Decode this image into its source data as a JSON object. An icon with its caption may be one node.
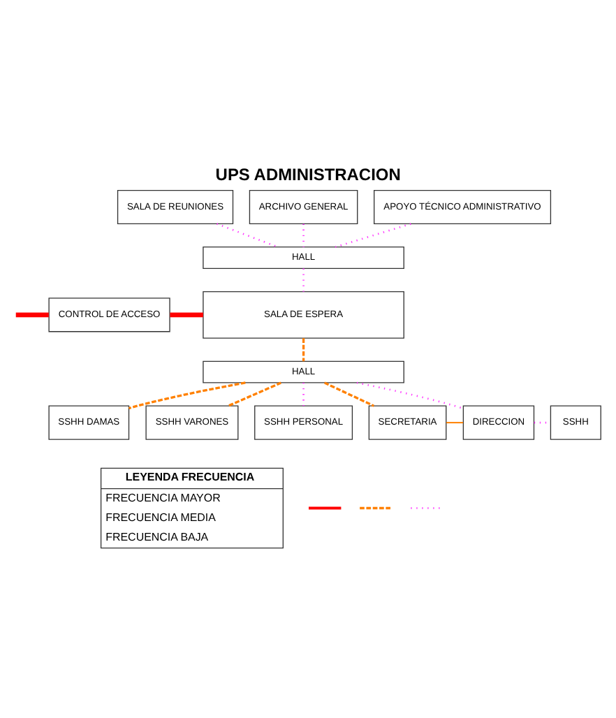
{
  "diagram": {
    "title": "UPS ADMINISTRACION",
    "nodes": [
      {
        "text": [
          "SALA DE REUNIONES"
        ]
      },
      {
        "text": [
          "ARCHIVO GENERAL"
        ]
      },
      {
        "text": [
          "APOYO TÉCNICO ADMINISTRATIVO"
        ]
      },
      {
        "text": [
          "HALL"
        ]
      },
      {
        "text": [
          "CONTROL DE ACCESO"
        ]
      },
      {
        "text": [
          "SALA DE ESPERA"
        ]
      },
      {
        "text": [
          "HALL"
        ]
      },
      {
        "text": [
          "SSHH DAMAS"
        ]
      },
      {
        "text": [
          "SSHH VARONES"
        ]
      },
      {
        "text": [
          "SSHH PERSONAL"
        ]
      },
      {
        "text": [
          "SECRETARIA"
        ]
      },
      {
        "text": [
          "DIRECCION"
        ]
      },
      {
        "text": [
          "SSHH"
        ]
      }
    ],
    "edges": [
      {
        "from": 0,
        "to": 3,
        "arrow": "none",
        "style": "dashed"
      },
      {
        "from": 1,
        "to": 3,
        "arrow": "none",
        "style": "dashed"
      },
      {
        "from": 2,
        "to": 3,
        "arrow": "none",
        "style": "dashed"
      },
      {
        "from": 3,
        "to": 5,
        "arrow": "none",
        "style": "dashed"
      },
      {
        "from": null,
        "to": 4,
        "arrow": "none",
        "style": "thick",
        "color": "#ff0000"
      },
      {
        "from": 4,
        "to": 5,
        "arrow": "none",
        "style": "thick",
        "color": "#ff0000"
      },
      {
        "from": 5,
        "to": 6,
        "arrow": "none",
        "style": "dashed",
        "color": "#ff8000"
      },
      {
        "from": 6,
        "to": 7,
        "arrow": "none",
        "style": "dashed",
        "color": "#ff8000"
      },
      {
        "from": 6,
        "to": 8,
        "arrow": "none",
        "style": "dashed",
        "color": "#ff8000"
      },
      {
        "from": 6,
        "to": 9,
        "arrow": "none",
        "style": "dashed"
      },
      {
        "from": 6,
        "to": 10,
        "arrow": "none",
        "style": "dashed",
        "color": "#ff8000"
      },
      {
        "from": 6,
        "to": 11,
        "arrow": "none",
        "style": "dashed"
      },
      {
        "from": 10,
        "to": 11,
        "arrow": "none",
        "color": "#ff8000"
      },
      {
        "from": 11,
        "to": 12,
        "arrow": "none",
        "style": "dashed"
      }
    ],
    "labels": [
      "LEYENDA FRECUENCIA"
    ],
    "legend": [
      {
        "text": "FRECUENCIA MAYOR"
      },
      {
        "text": "FRECUENCIA MEDIA"
      },
      {
        "text": "FRECUENCIA BAJA"
      }
    ]
  }
}
